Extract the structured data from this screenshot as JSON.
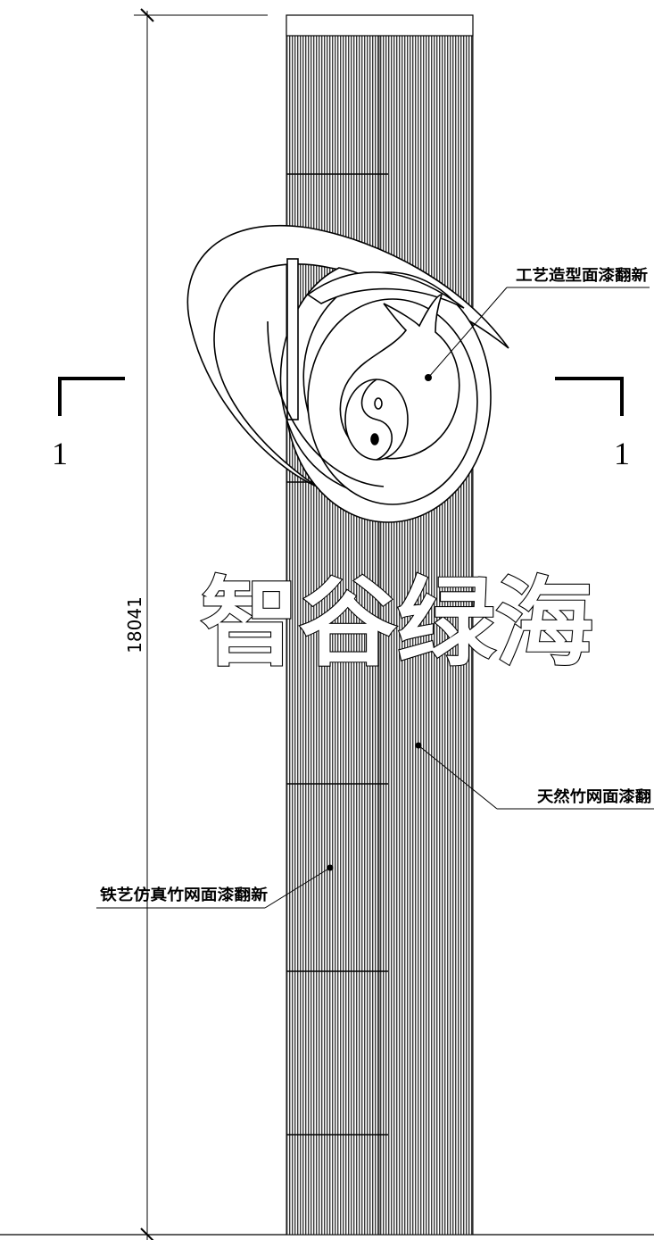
{
  "drawing": {
    "dimension_label": "18041",
    "section_markers": [
      "1",
      "1"
    ],
    "slogan": "智谷绿海",
    "callouts": {
      "sculpture": "工艺造型面漆翻新",
      "natural_bamboo": "天然竹网面漆翻",
      "iron_bamboo": "铁艺仿真竹网面漆翻新"
    }
  },
  "colors": {
    "line": "#000000",
    "background": "#ffffff",
    "column_fill": "#8a8a8a"
  }
}
